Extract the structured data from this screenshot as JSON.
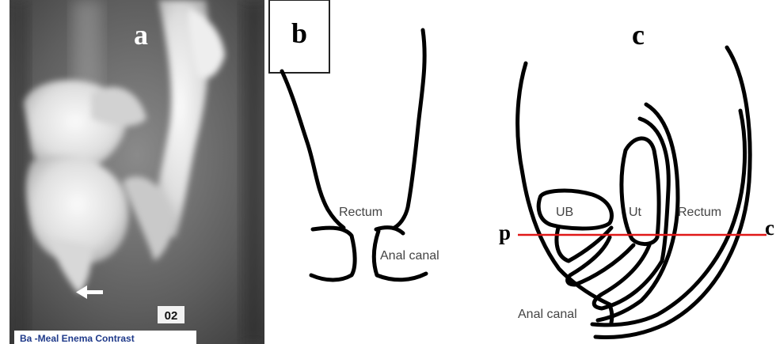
{
  "figure": {
    "panels": [
      {
        "letter": "a",
        "image_text": {
          "film_number": "02",
          "caption_strip": "Ba -Meal Enema Contrast"
        }
      },
      {
        "letter": "b",
        "labels": [
          "Rectum",
          "Anal canal"
        ]
      },
      {
        "letter": "c",
        "labels": [
          "UB",
          "Ut",
          "Rectum",
          "Anal canal"
        ],
        "line_endpoints": [
          "p",
          "c"
        ]
      }
    ]
  }
}
